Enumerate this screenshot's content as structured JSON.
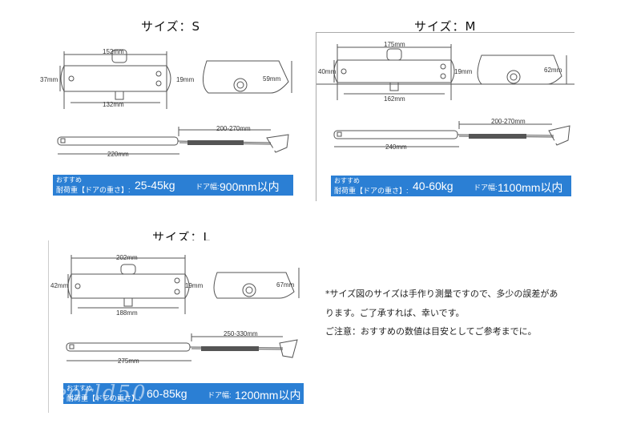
{
  "sizes": {
    "s": {
      "title": "サイズ：S",
      "top_width": "152mm",
      "height_left": "37mm",
      "height_right": "19mm",
      "bottom_width": "132mm",
      "cover_height": "59mm",
      "arm_span": "200-270mm",
      "arm_length": "220mm",
      "recommend": "おすすめ",
      "load_label": "耐荷重【ドアの重さ】:",
      "weight": "25-45kg",
      "door_label": "ドア幅:",
      "door_width": "900mm以内"
    },
    "m": {
      "title": "サイズ：M",
      "top_width": "175mm",
      "height_left": "40mm",
      "height_right": "19mm",
      "bottom_width": "162mm",
      "cover_height": "62mm",
      "arm_span": "200-270mm",
      "arm_length": "240mm",
      "recommend": "おすすめ",
      "load_label": "耐荷重【ドアの重さ】:",
      "weight": "40-60kg",
      "door_label": "ドア幅:",
      "door_width": "1100mm以内"
    },
    "l": {
      "title": "サイズ：L",
      "top_width": "202mm",
      "height_left": "42mm",
      "height_right": "19mm",
      "bottom_width": "188mm",
      "cover_height": "67mm",
      "arm_span": "250-330mm",
      "arm_length": "275mm",
      "recommend": "おすすめ",
      "load_label": "耐荷重【ドアの重さ】:",
      "weight": "60-85kg",
      "door_label": "ドア幅:",
      "door_width": "1200mm以内"
    }
  },
  "notes": [
    "*サイズ図のサイズは手作り測量ですので、多少の誤差があ",
    "ります。ご了承すれば、幸いです。",
    "ご注意：おすすめの数値は目安としてご参考までに。"
  ],
  "watermark": "eorld50",
  "colors": {
    "banner": "#2b7fd4",
    "line": "#555555"
  }
}
